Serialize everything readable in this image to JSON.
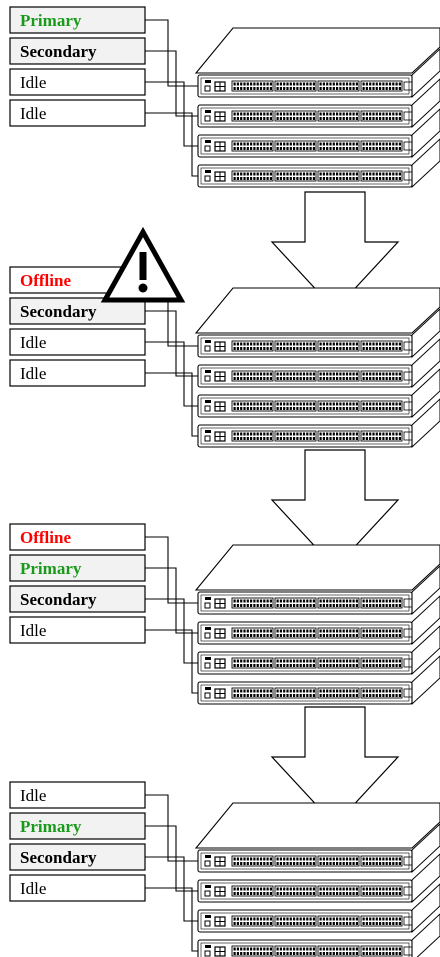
{
  "colors": {
    "primary": "#1a9a1a",
    "offline": "#ff0000",
    "secondary": "#000000",
    "idle": "#000000",
    "line": "#000000",
    "box_fill": "#ffffff",
    "box_fill_shaded": "#f2f2f2"
  },
  "icons": [
    "warning-triangle-icon",
    "down-arrow-icon",
    "stacked-switch-icon"
  ],
  "stages": [
    {
      "warning": false,
      "labels": [
        {
          "text": "Primary",
          "role": "primary"
        },
        {
          "text": "Secondary",
          "role": "secondary"
        },
        {
          "text": "Idle",
          "role": "idle"
        },
        {
          "text": "Idle",
          "role": "idle"
        }
      ]
    },
    {
      "warning": true,
      "labels": [
        {
          "text": "Offline",
          "role": "offline"
        },
        {
          "text": "Secondary",
          "role": "secondary"
        },
        {
          "text": "Idle",
          "role": "idle"
        },
        {
          "text": "Idle",
          "role": "idle"
        }
      ]
    },
    {
      "warning": false,
      "labels": [
        {
          "text": "Offline",
          "role": "offline"
        },
        {
          "text": "Primary",
          "role": "primary"
        },
        {
          "text": "Secondary",
          "role": "secondary"
        },
        {
          "text": "Idle",
          "role": "idle"
        }
      ]
    },
    {
      "warning": false,
      "labels": [
        {
          "text": "Idle",
          "role": "idle"
        },
        {
          "text": "Primary",
          "role": "primary"
        },
        {
          "text": "Secondary",
          "role": "secondary"
        },
        {
          "text": "Idle",
          "role": "idle"
        }
      ]
    }
  ]
}
